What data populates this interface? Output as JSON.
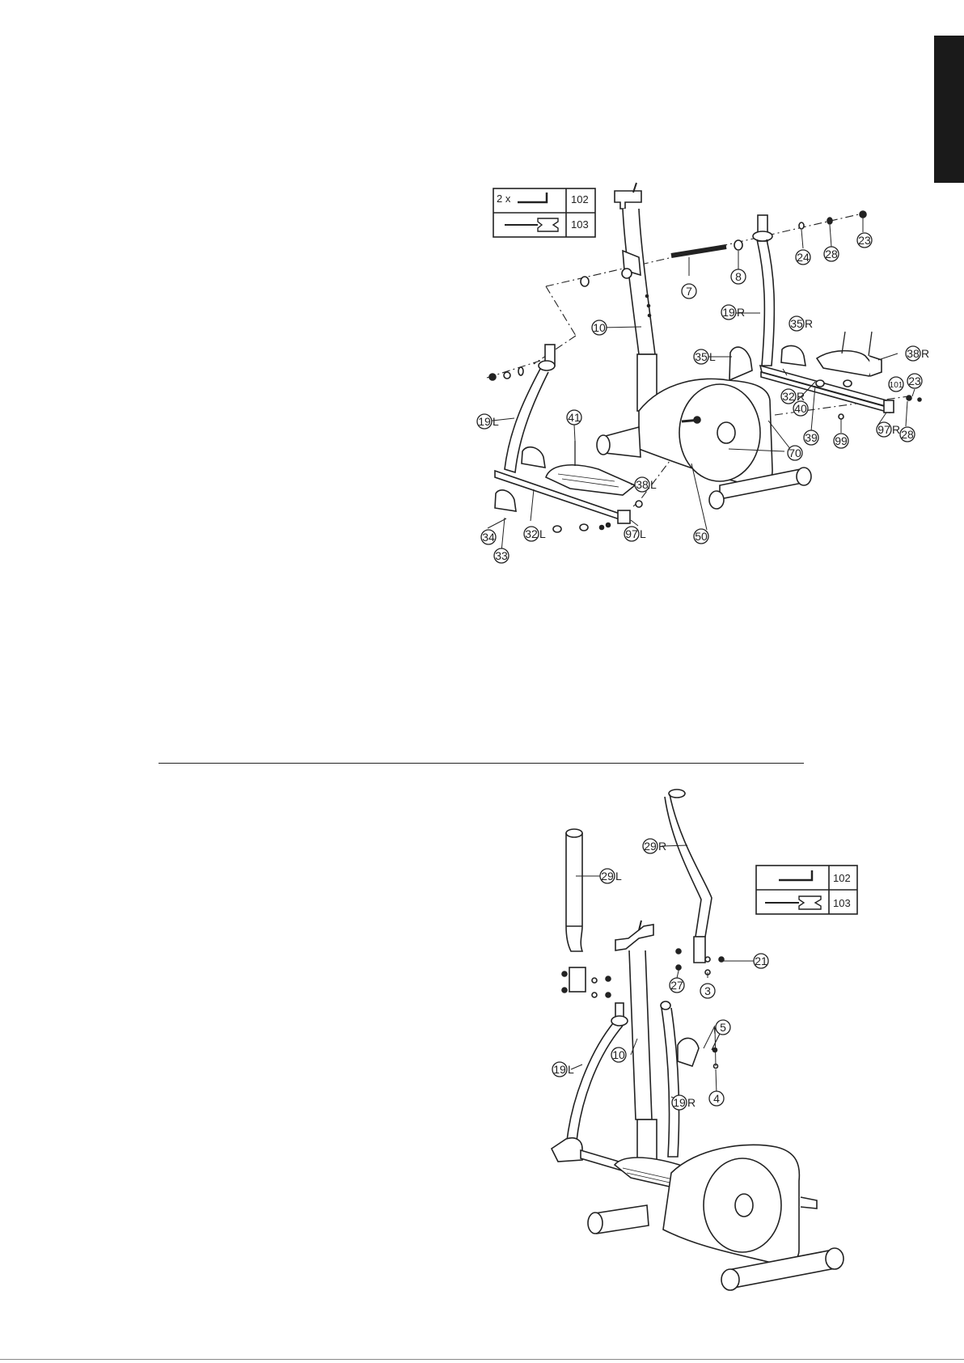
{
  "colors": {
    "ink": "#222222",
    "tab": "#1a1a1a"
  },
  "step1": {
    "tool_box": {
      "rows": [
        {
          "prefix": "2 x",
          "tool": "allen-key-icon",
          "part": "102"
        },
        {
          "prefix": "",
          "tool": "combination-wrench-icon",
          "part": "103"
        }
      ]
    },
    "callouts": {
      "c23a": "23",
      "c28a": "28",
      "c24": "24",
      "c8": "8",
      "c7": "7",
      "c10": "10",
      "c19r": "19",
      "c19r_s": "R",
      "c35r": "35",
      "c35r_s": "R",
      "c35l": "35",
      "c35l_s": "L",
      "c38r": "38",
      "c38r_s": "R",
      "c101": "101",
      "c23b": "23",
      "c32r": "32",
      "c32r_s": "R",
      "c40": "40",
      "c39": "39",
      "c99": "99",
      "c97r": "97",
      "c97r_s": "R",
      "c28b": "28",
      "c70": "70",
      "c19l": "19",
      "c19l_s": "L",
      "c41": "41",
      "c38l": "38",
      "c38l_s": "L",
      "c50": "50",
      "c34": "34",
      "c33": "33",
      "c32l": "32",
      "c32l_s": "L",
      "c97l": "97",
      "c97l_s": "L"
    }
  },
  "step2": {
    "tool_box": {
      "rows": [
        {
          "tool": "allen-key-icon",
          "part": "102"
        },
        {
          "tool": "combination-wrench-icon",
          "part": "103"
        }
      ]
    },
    "callouts": {
      "c29r": "29",
      "c29r_s": "R",
      "c29l": "29",
      "c29l_s": "L",
      "c21": "21",
      "c27": "27",
      "c3": "3",
      "c5": "5",
      "c10": "10",
      "c19l": "19",
      "c19l_s": "L",
      "c4": "4",
      "c19r": "19",
      "c19r_s": "R"
    }
  }
}
